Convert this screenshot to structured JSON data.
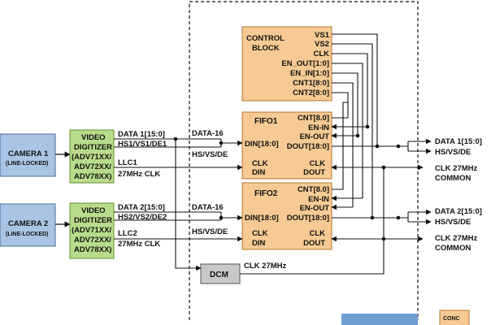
{
  "colors": {
    "camera_fill": "#a9c4e4",
    "camera_stroke": "#4a6e96",
    "digitizer_fill": "#b9dc8c",
    "digitizer_stroke": "#5e8c32",
    "block_fill": "#f7ca94",
    "block_stroke": "#b3772e",
    "dcm_fill": "#c8c8c8",
    "line": "#111111",
    "bottom_strip": "#6f9dd0"
  },
  "camera1": {
    "title": "CAMERA 1",
    "subtitle": "(LINE-LOCKED)"
  },
  "camera2": {
    "title": "CAMERA 2",
    "subtitle": "(LINE-LOCKED)"
  },
  "digitizer1": {
    "lines": [
      "VIDEO",
      "DIGITIZER",
      "(ADV71XX/",
      "ADV72XX/",
      "ADV78XX)"
    ]
  },
  "digitizer2": {
    "lines": [
      "VIDEO",
      "DIGITIZER",
      "(ADV71XX/",
      "ADV72XX/",
      "ADV78XX)"
    ]
  },
  "control_block": {
    "title_lines": [
      "CONTROL",
      "BLOCK"
    ],
    "ports": [
      "VS1",
      "VS2",
      "CLK",
      "EN_OUT[1:0]",
      "EN_IN[1:0]",
      "CNT1[8:0]",
      "CNT2[8:0]"
    ]
  },
  "fifo1": {
    "title": "FIFO1",
    "left_ports": [
      "DIN[18:0]",
      "CLK",
      "DIN"
    ],
    "right_ports": [
      "CNT[8.0]",
      "EN-IN",
      "EN-OUT",
      "DOUT[18:0]",
      "CLK",
      "DOUT"
    ]
  },
  "fifo2": {
    "title": "FIFO2",
    "left_ports": [
      "DIN[18:0]",
      "CLK",
      "DIN"
    ],
    "right_ports": [
      "CNT[8.0]",
      "EN-IN",
      "EN-OUT",
      "DOUT[18:0]",
      "CLK",
      "DOUT"
    ]
  },
  "dcm": {
    "label": "DCM",
    "clock_label": "CLK 27MHz"
  },
  "channel1": {
    "data": "DATA 1[15:0]",
    "sync": "HS1/VS1/DE1",
    "llc": "LLC1",
    "clk": "27MHz CLK",
    "data16": "DATA-16",
    "hsvsde": "HS/VS/DE"
  },
  "channel2": {
    "data": "DATA 2[15:0]",
    "sync": "HS2/VS2/DE2",
    "llc": "LLC2",
    "clk": "27MHz CLK",
    "data16": "DATA-16",
    "hsvsde": "HS/VS/DE"
  },
  "outputs1": {
    "data": "DATA 1[15:0]",
    "sync": "HS/VS/DE",
    "clk": "CLK 27MHz",
    "common": "COMMON"
  },
  "outputs2": {
    "data": "DATA 2[15:0]",
    "sync": "HS/VS/DE",
    "clk": "CLK 27MHz",
    "common": "COMMON"
  },
  "corner_label": "CONC"
}
